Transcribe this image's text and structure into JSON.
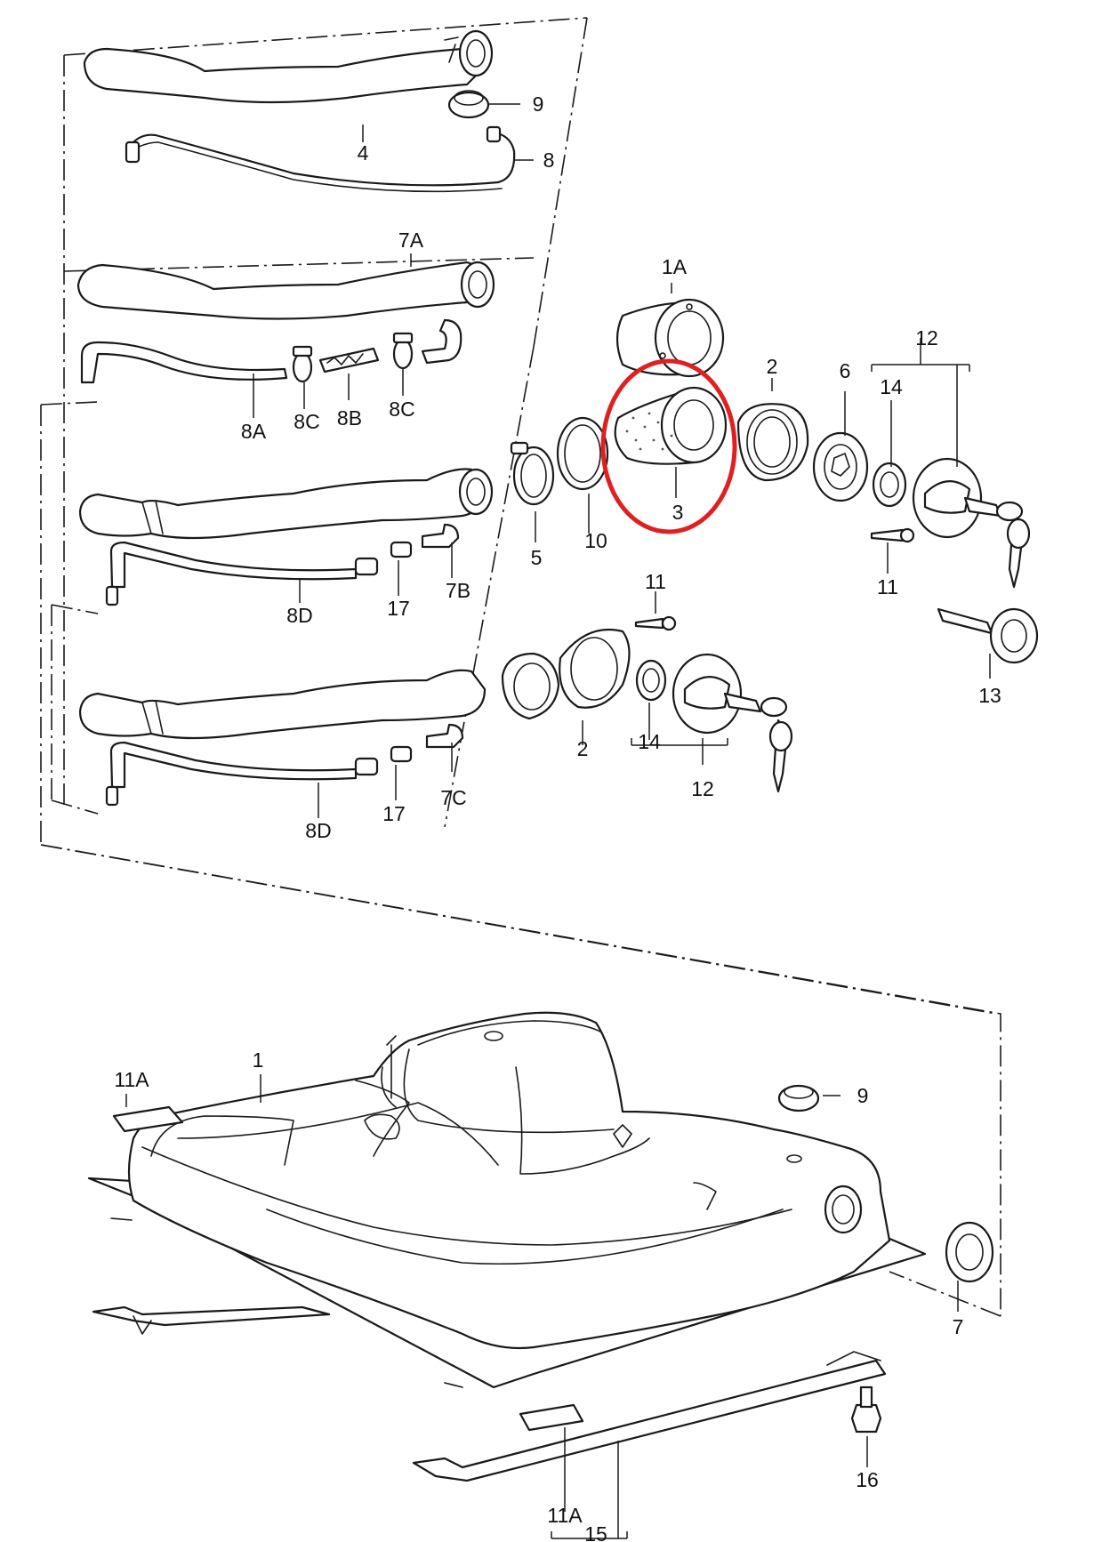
{
  "labels": {
    "l4": "4",
    "l9a": "9",
    "l8": "8",
    "l7A": "7A",
    "l8A": "8A",
    "l8C1": "8C",
    "l8B": "8B",
    "l8C2": "8C",
    "l1A": "1A",
    "l2a": "2",
    "l6": "6",
    "l12a": "12",
    "l14a": "14",
    "l3": "3",
    "l10": "10",
    "l5": "5",
    "l7B": "7B",
    "l8D1": "8D",
    "l17a": "17",
    "l11a": "11",
    "l13": "13",
    "l11b": "11",
    "l2b": "2",
    "l14b": "14",
    "l12b": "12",
    "l7C": "7C",
    "l8D2": "8D",
    "l17b": "17",
    "l11A1": "11A",
    "l1": "1",
    "l9b": "9",
    "l7": "7",
    "l16": "16",
    "l11A2": "11A",
    "l15": "15"
  },
  "colors": {
    "line": "#1a1a1a",
    "highlight": "#e02020",
    "background": "#ffffff"
  },
  "highlighted_part": "3"
}
